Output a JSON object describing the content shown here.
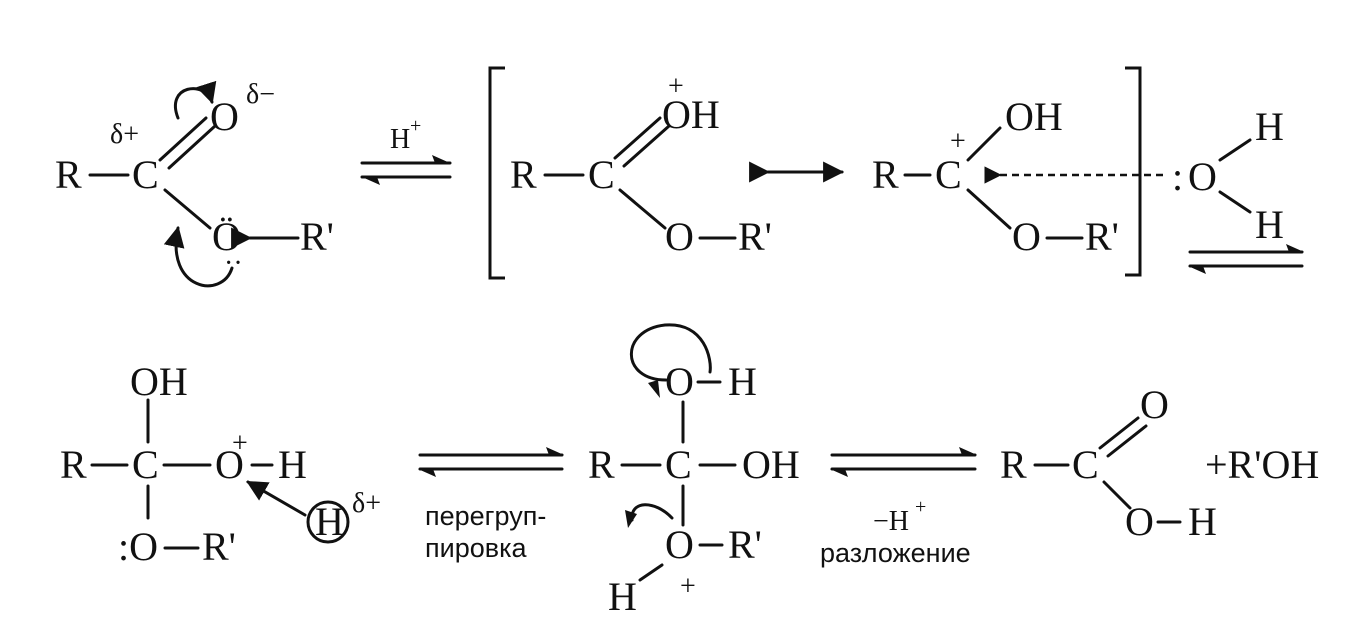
{
  "reaction": {
    "ester": {
      "r": "R",
      "c": "C",
      "o_carbonyl": "O",
      "o_ether": "Ö",
      "r_prime": "R'",
      "delta_plus": "δ+",
      "delta_minus": "δ−",
      "lone_pair": "··"
    },
    "step1": {
      "reagent": "H",
      "reagent_charge": "+"
    },
    "resonance_a": {
      "r": "R",
      "c": "C",
      "oh": "OH",
      "charge": "+",
      "o_ether": "O",
      "r_prime": "R'"
    },
    "resonance_b": {
      "r": "R",
      "c": "C",
      "charge": "+",
      "oh": "OH",
      "o_ether": "O",
      "r_prime": "R'"
    },
    "water": {
      "lone_pair": ":",
      "o": "O",
      "h_top": "H",
      "h_bottom": "H"
    },
    "adduct": {
      "oh": "OH",
      "r": "R",
      "c": "C",
      "o": "O",
      "charge": "+",
      "h": "H",
      "o_ether": ":O",
      "r_prime": "R'",
      "h_circled": "H",
      "delta_plus": "δ+"
    },
    "step2": {
      "label_line1": "перегруп-",
      "label_line2": "пировка"
    },
    "intermediate": {
      "o_top": "O",
      "h_top": "H",
      "r": "R",
      "c": "C",
      "oh": "OH",
      "o_bottom": "O",
      "r_prime": "R'",
      "h_bottom": "H",
      "charge": "+"
    },
    "step3": {
      "reagent": "−H",
      "reagent_charge": "+",
      "label": "разложение"
    },
    "product": {
      "r": "R",
      "c": "C",
      "o_carbonyl": "O",
      "oh_o": "O",
      "oh_h": "H",
      "byproduct": "+R'OH"
    }
  }
}
